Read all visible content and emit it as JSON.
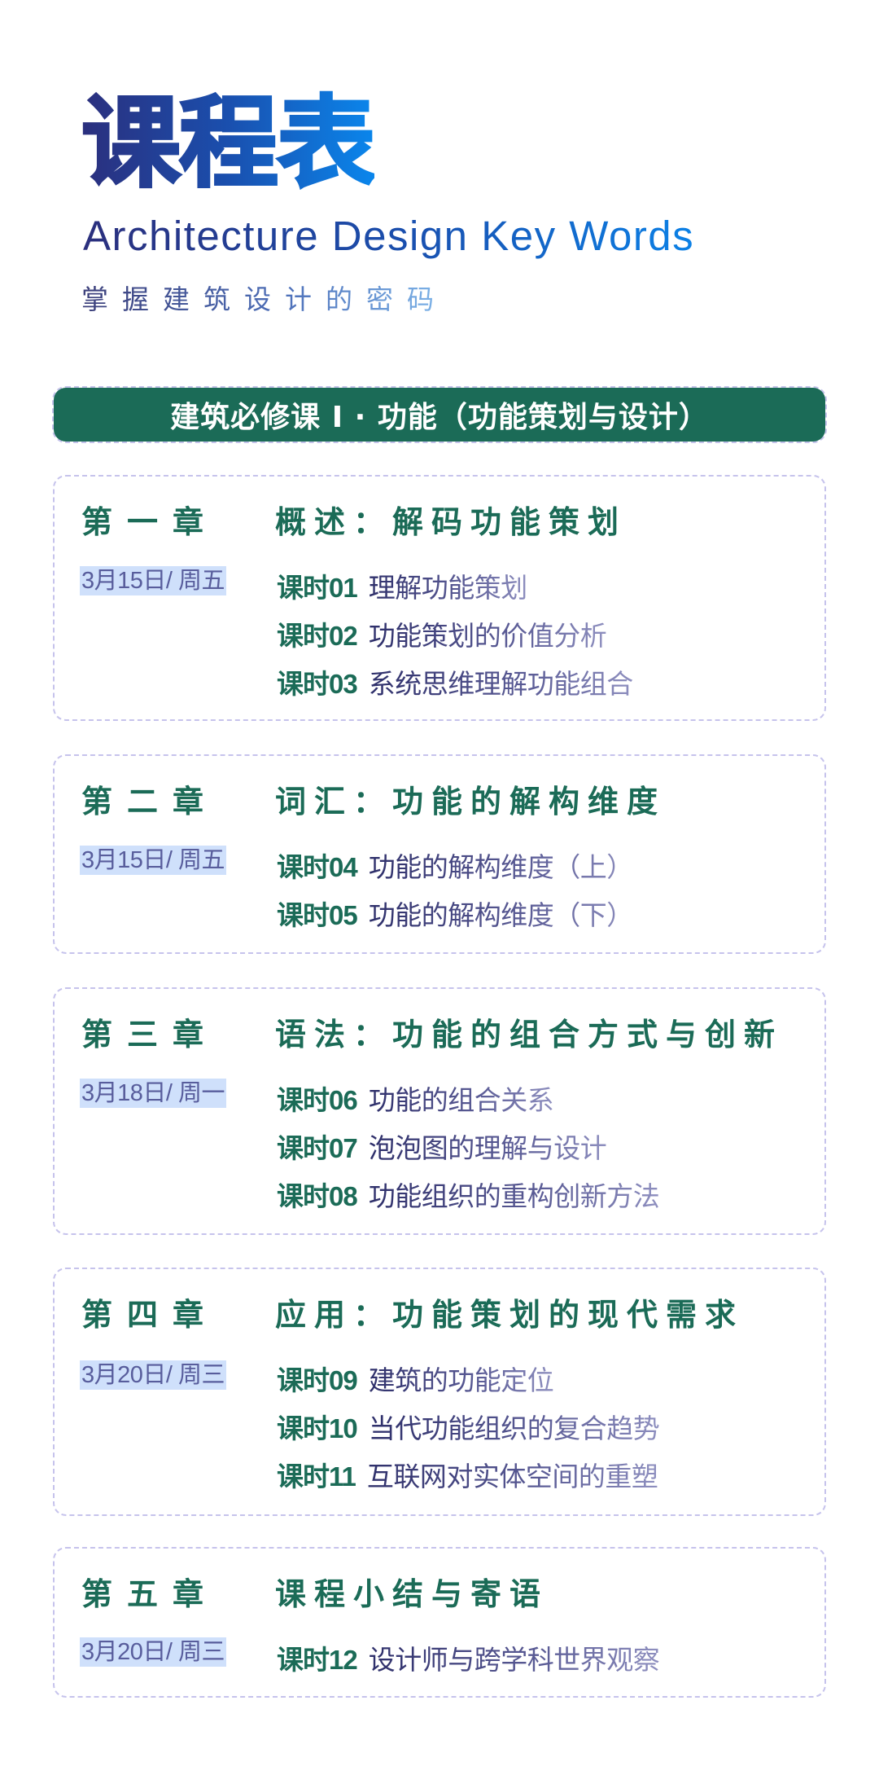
{
  "header": {
    "title": "课程表",
    "subtitle_en": "Architecture Design Key Words",
    "subtitle_cn": "掌握建筑设计的密码"
  },
  "banner": {
    "label": "建筑必修课 I · 功能（功能策划与设计）"
  },
  "colors": {
    "primary_green": "#1b6b57",
    "title_gradient_start": "#2b2f7d",
    "title_gradient_end": "#0a86ec",
    "date_highlight": "#cfe0fb",
    "date_text": "#585d9c",
    "dashed_border": "#c6c3ec",
    "lesson_title": "#3a3b78"
  },
  "chapters": [
    {
      "number": "第一章",
      "topic": "概述：解码功能策划",
      "date": "3月15日/ 周五",
      "lessons": [
        {
          "code": "课时01",
          "title": "理解功能策划"
        },
        {
          "code": "课时02",
          "title": "功能策划的价值分析"
        },
        {
          "code": "课时03",
          "title": "系统思维理解功能组合"
        }
      ]
    },
    {
      "number": "第二章",
      "topic": "词汇：功能的解构维度",
      "date": "3月15日/ 周五",
      "lessons": [
        {
          "code": "课时04",
          "title": "功能的解构维度（上）"
        },
        {
          "code": "课时05",
          "title": "功能的解构维度（下）"
        }
      ]
    },
    {
      "number": "第三章",
      "topic": "语法：功能的组合方式与创新",
      "date": "3月18日/ 周一",
      "lessons": [
        {
          "code": "课时06",
          "title": "功能的组合关系"
        },
        {
          "code": "课时07",
          "title": "泡泡图的理解与设计"
        },
        {
          "code": "课时08",
          "title": "功能组织的重构创新方法"
        }
      ]
    },
    {
      "number": "第四章",
      "topic": "应用：功能策划的现代需求",
      "date": "3月20日/ 周三",
      "lessons": [
        {
          "code": "课时09",
          "title": "建筑的功能定位"
        },
        {
          "code": "课时10",
          "title": "当代功能组织的复合趋势"
        },
        {
          "code": "课时11",
          "title": "互联网对实体空间的重塑"
        }
      ]
    },
    {
      "number": "第五章",
      "topic": "课程小结与寄语",
      "date": "3月20日/ 周三",
      "lessons": [
        {
          "code": "课时12",
          "title": "设计师与跨学科世界观察"
        }
      ]
    }
  ]
}
